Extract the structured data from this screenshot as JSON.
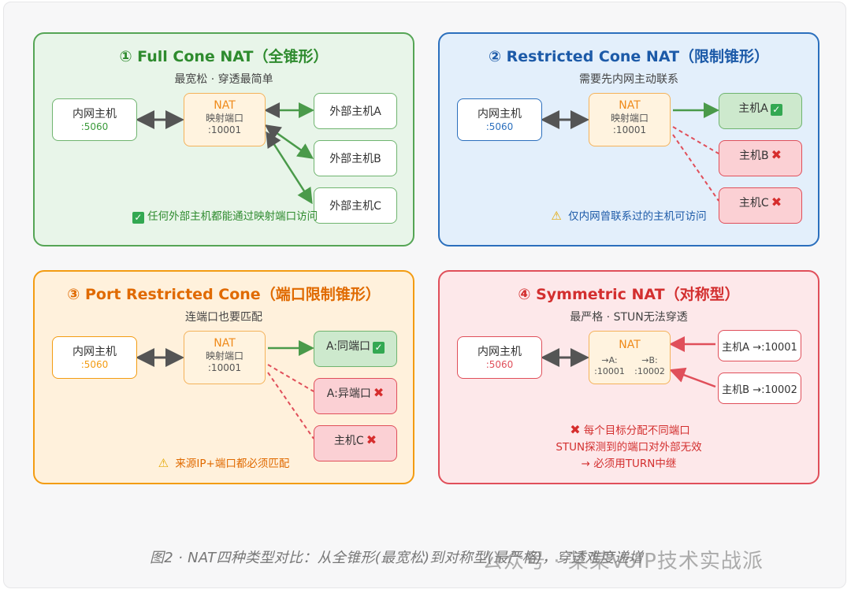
{
  "panels": [
    {
      "title": "① Full Cone NAT（全锥形）",
      "subtitle": "最宽松 · 穿透最简单",
      "inner": {
        "label": "内网主机",
        "port": ":5060"
      },
      "nat": {
        "label": "NAT",
        "sub1": "映射端口",
        "sub2": ":10001"
      },
      "hosts": [
        "外部主机A",
        "外部主机B",
        "外部主机C"
      ],
      "note": "任何外部主机都能通过映射端口访问"
    },
    {
      "title": "② Restricted Cone NAT（限制锥形）",
      "subtitle": "需要先内网主动联系",
      "inner": {
        "label": "内网主机",
        "port": ":5060"
      },
      "nat": {
        "label": "NAT",
        "sub1": "映射端口",
        "sub2": ":10001"
      },
      "hosts": [
        "主机A",
        "主机B",
        "主机C"
      ],
      "note": "仅内网曾联系过的主机可访问"
    },
    {
      "title": "③ Port Restricted Cone（端口限制锥形）",
      "subtitle": "连端口也要匹配",
      "inner": {
        "label": "内网主机",
        "port": ":5060"
      },
      "nat": {
        "label": "NAT",
        "sub1": "映射端口",
        "sub2": ":10001"
      },
      "hosts": [
        "A:同端口",
        "A:异端口",
        "主机C"
      ],
      "note": "来源IP+端口都必须匹配"
    },
    {
      "title": "④ Symmetric NAT（对称型）",
      "subtitle": "最严格 · STUN无法穿透",
      "inner": {
        "label": "内网主机",
        "port": ":5060"
      },
      "nat": {
        "label": "NAT",
        "mapA": "→A:",
        "mapB": "→B:",
        "portA": ":10001",
        "portB": ":10002"
      },
      "hosts": [
        "主机A →:10001",
        "主机B →:10002"
      ],
      "note_lines": [
        "每个目标分配不同端口",
        "STUN探测到的端口对外部无效",
        "→ 必须用TURN中继"
      ]
    }
  ],
  "caption": "图2 · NAT四种类型对比：从全锥形(最宽松)到对称型(最严格)，穿透难度递增",
  "watermark": "公众号 · 某某VoIP技术实战派",
  "colors": {
    "green": "#55a555",
    "blue": "#2b6fbd",
    "orange": "#f39c12",
    "red": "#e04f5a"
  },
  "icons": {
    "ok": "check-icon",
    "fail": "cross-icon",
    "warning": "warning-icon"
  }
}
